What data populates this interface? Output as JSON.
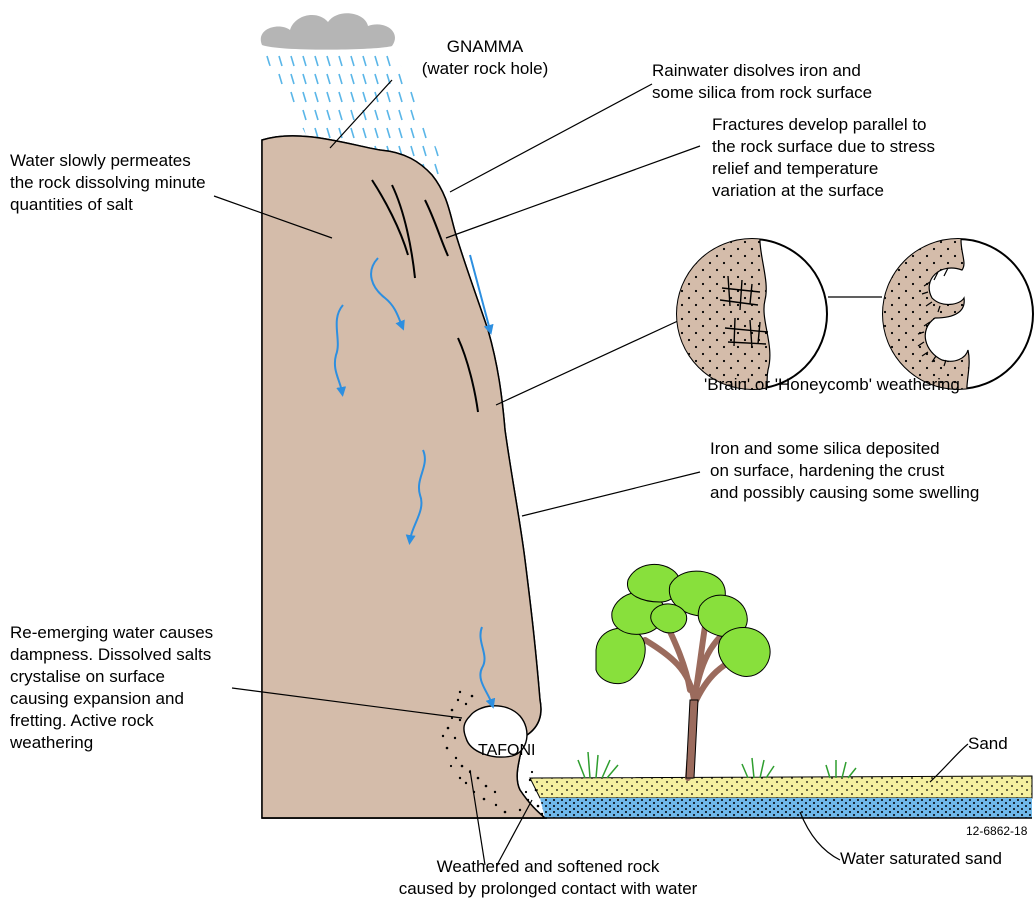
{
  "labels": {
    "gnamma": "GNAMMA\n(water rock hole)",
    "rainwater": "Rainwater disolves iron and\nsome silica from rock surface",
    "fractures": "Fractures develop parallel to\nthe rock surface due to stress\nrelief and temperature\nvariation at the surface",
    "permeates": "Water slowly permeates\nthe rock dissolving minute\nquantities of salt",
    "brain": "'Brain' or 'Honeycomb' weathering",
    "iron": "Iron and some silica deposited\non surface, hardening the crust\nand possibly causing some swelling",
    "reemerging": "Re-emerging water causes\ndampness. Dissolved salts\ncrystalise on surface\ncausing expansion and\nfretting. Active rock\nweathering",
    "tafoni": "TAFONI",
    "sand": "Sand",
    "code": "12-6862-18",
    "saturated": "Water saturated sand",
    "weathered": "Weathered and softened rock\ncaused by prolonged contact with water"
  },
  "colors": {
    "rock": "#d4bcaa",
    "sand": "#f5f0a0",
    "saturated_sand": "#6fb8ea",
    "water_arrow": "#2d8fe0",
    "cloud": "#b5b5b5",
    "rain": "#5ab6e8",
    "foliage": "#88e03c",
    "trunk": "#9b6b5d"
  }
}
